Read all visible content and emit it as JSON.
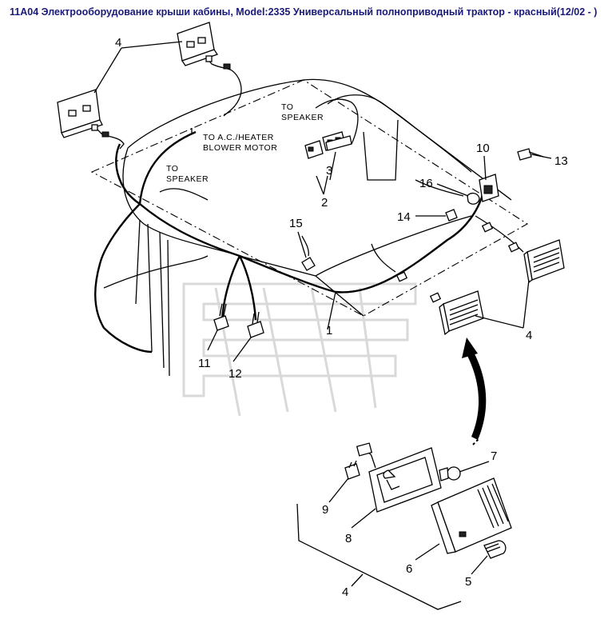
{
  "title": "11А04 Электрооборудование крыши кабины, Model:2335 Универсальный полноприводный трактор - красный(12/02 - )",
  "notes": {
    "speaker_top": [
      "TO",
      "SPEAKER"
    ],
    "blower": [
      "TO A.C./HEATER",
      "BLOWER MOTOR"
    ],
    "speaker_left": [
      "TO",
      "SPEAKER"
    ]
  },
  "callouts": {
    "c1": "1",
    "c2": "2",
    "c3": "3",
    "c4_top": "4",
    "c4_right": "4",
    "c4_bottom": "4",
    "c5": "5",
    "c6": "6",
    "c7": "7",
    "c8": "8",
    "c9": "9",
    "c10": "10",
    "c11": "11",
    "c12": "12",
    "c13": "13",
    "c14": "14",
    "c15": "15",
    "c16": "16"
  }
}
